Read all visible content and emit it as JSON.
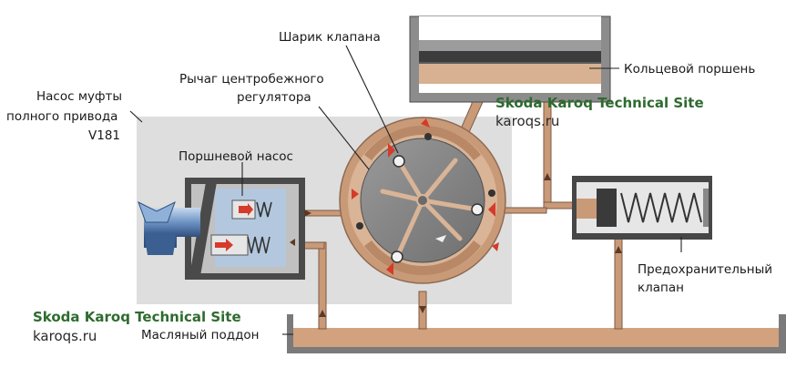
{
  "labels": {
    "valve_ball": "Шарик клапана",
    "centrifugal_lever_line1": "Рычаг центробежного",
    "centrifugal_lever_line2": "регулятора",
    "pump_line1": "Насос муфты",
    "pump_line2": "полного привода",
    "pump_line3": "V181",
    "piston_pump": "Поршневой насос",
    "ring_piston": "Кольцевой поршень",
    "safety_valve_line1": "Предохранительный",
    "safety_valve_line2": "клапан",
    "oil_sump": "Масляный поддон"
  },
  "watermarks": {
    "top_line1": "Skoda Karoq Technical Site",
    "top_line2": "karoqs.ru",
    "bottom_line1": "Skoda Karoq Technical Site",
    "bottom_line2": "karoqs.ru"
  },
  "colors": {
    "oil": "#c99a78",
    "oil_light": "#e3c3a8",
    "housing": "#8a8a8a",
    "housing_dark": "#3c3c3c",
    "panel": "#dcdcdc",
    "pump_blue": "#b8cde3",
    "arrow_red": "#d63a2a",
    "shaft_blue": "#5f86b8"
  }
}
